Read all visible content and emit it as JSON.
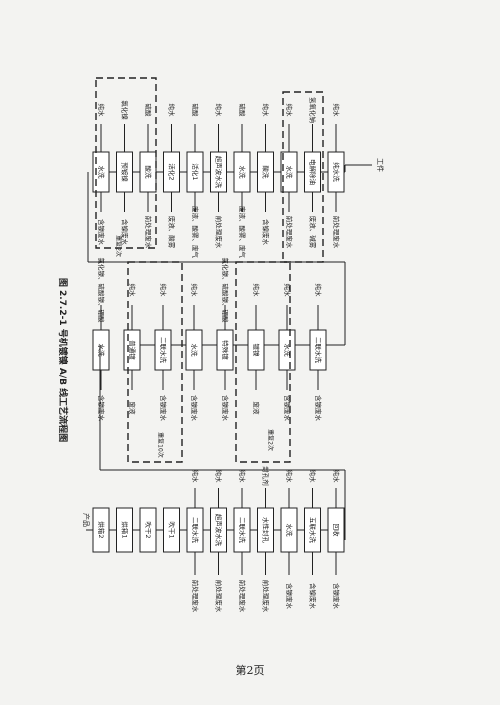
{
  "figure_title": "图 2.7.2-1 号机镀镍 A/B 线工艺流程图",
  "page_number": "第2页",
  "workpiece_label": "工件",
  "wastewater_label": "含镍废水",
  "pretreatment_label": "前处理废水",
  "row1": {
    "steps": [
      "纯水洗",
      "电解除油",
      "水洗",
      "酸洗",
      "水洗",
      "超声波水洗",
      "活化1",
      "活化2",
      "酸洗",
      "预镀镍",
      "水洗"
    ],
    "inputs": [
      "纯水",
      "氢氧化钠",
      "纯水",
      "纯水",
      "硫酸",
      "纯水",
      "硫酸",
      "纯水",
      "硫酸",
      "氯化镍",
      "纯水"
    ],
    "outputs": [
      "前处理废水",
      "废液、碱雾",
      "前处理废水",
      "含镍废水",
      "废液、酸雾、废气",
      "前处理废水",
      "废液、酸雾、废气",
      "废液、酸雾",
      "前处理废水",
      "含镍废水",
      "含镍废水"
    ],
    "loop_note": "重复2次"
  },
  "row2": {
    "steps": [
      "二联水洗",
      "水洗",
      "镀镍",
      "特殊镀",
      "水洗",
      "二联水洗",
      "普通镀",
      "水洗"
    ],
    "inputs": [
      "纯水",
      "纯水",
      "纯水",
      "氯化镍、硫酸镍、硼酸",
      "纯水",
      "纯水",
      "纯水",
      "氯化镍、硫酸镍、硼酸"
    ],
    "outputs": [
      "含镍废水",
      "含镍废水",
      "废液",
      "含镍废水",
      "含镍废水",
      "含镍废水",
      "废液",
      "含镍废水"
    ],
    "loop_note": "重复2次",
    "loop_note2": "重复10次"
  },
  "row3": {
    "steps": [
      "回收",
      "五联水洗",
      "水洗",
      "水性封孔",
      "二联水洗",
      "超声波水洗",
      "二联水洗",
      "吹干1",
      "吹干2",
      "烘箱1",
      "烘箱2"
    ],
    "inputs": [
      "纯水",
      "纯水",
      "纯水",
      "封孔剂",
      "纯水",
      "纯水",
      "纯水"
    ],
    "outputs": [
      "含镍废水",
      "含镍废水",
      "含镍废水",
      "前处理废水",
      "前处理废水",
      "前处理废水",
      "前处理废水"
    ],
    "exit_label": "产品"
  }
}
